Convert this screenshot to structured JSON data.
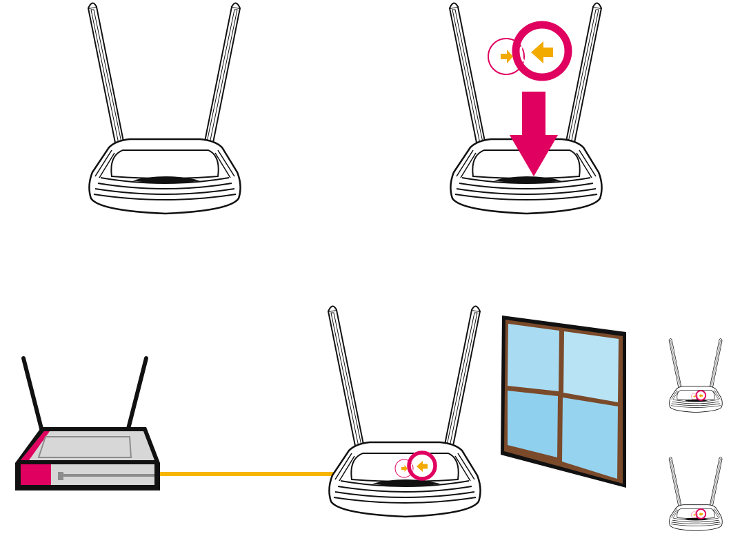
{
  "scene": {
    "panel_1": {
      "device": "wifi-extender-router",
      "state": "standalone"
    },
    "panel_2": {
      "device": "wifi-extender-router",
      "state": "press-wps-button",
      "indicator": "wps-icon",
      "action": "arrow-down"
    },
    "panel_3": {
      "devices": [
        "main-modem-router",
        "ethernet-cable",
        "wifi-extender-router",
        "window",
        "extender-small",
        "extender-small"
      ]
    }
  },
  "colors": {
    "accent_magenta": "#e0005f",
    "arrow_orange": "#f2a900",
    "cable_yellow": "#f7b500",
    "modem_gray": "#d7d7d7",
    "window_frame": "#7a4a2a",
    "window_glass": "#a9dcf2",
    "outline": "#111111"
  },
  "icons": [
    "wps-icon",
    "down-arrow-icon",
    "router-icon",
    "modem-icon",
    "window-icon"
  ]
}
